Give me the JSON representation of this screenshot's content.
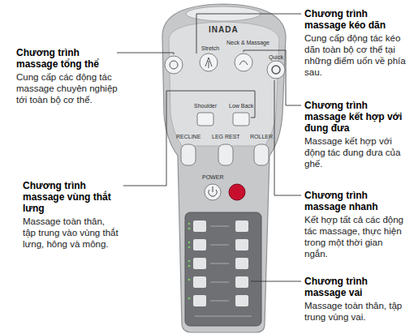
{
  "diagram": {
    "labels": [
      "Chương trình massage tổng thể",
      "Cung cấp các động tác massage chuyên nghiệp tới toàn bộ cơ thể.",
      "Chương trình massage kéo dãn",
      "Cung cấp động tác kéo dãn toàn bộ cơ thể tại những điểm uốn về phía sau.",
      "Chương trình massage kết hợp với đung đưa",
      "Massage kết hợp với động tác đung đưa của ghế.",
      "Chương trình massage vùng thắt lưng",
      "Massage toàn thân, tập trung vào vùng thắt lưng, hông và mông.",
      "Chương trình massage nhanh",
      "Kết hợp tất cả các động tác massage, thực hiện trong một thời gian ngắn.",
      "Chương trình massage vai",
      "Massage toàn thân, tập trung vùng vai.",
      "INADA",
      "Stretch",
      "Neck & Massage",
      "Quick",
      "Shoulder",
      "Low Back",
      "RECLINE",
      "LEG REST",
      "ROLLER",
      "POWER"
    ]
  }
}
